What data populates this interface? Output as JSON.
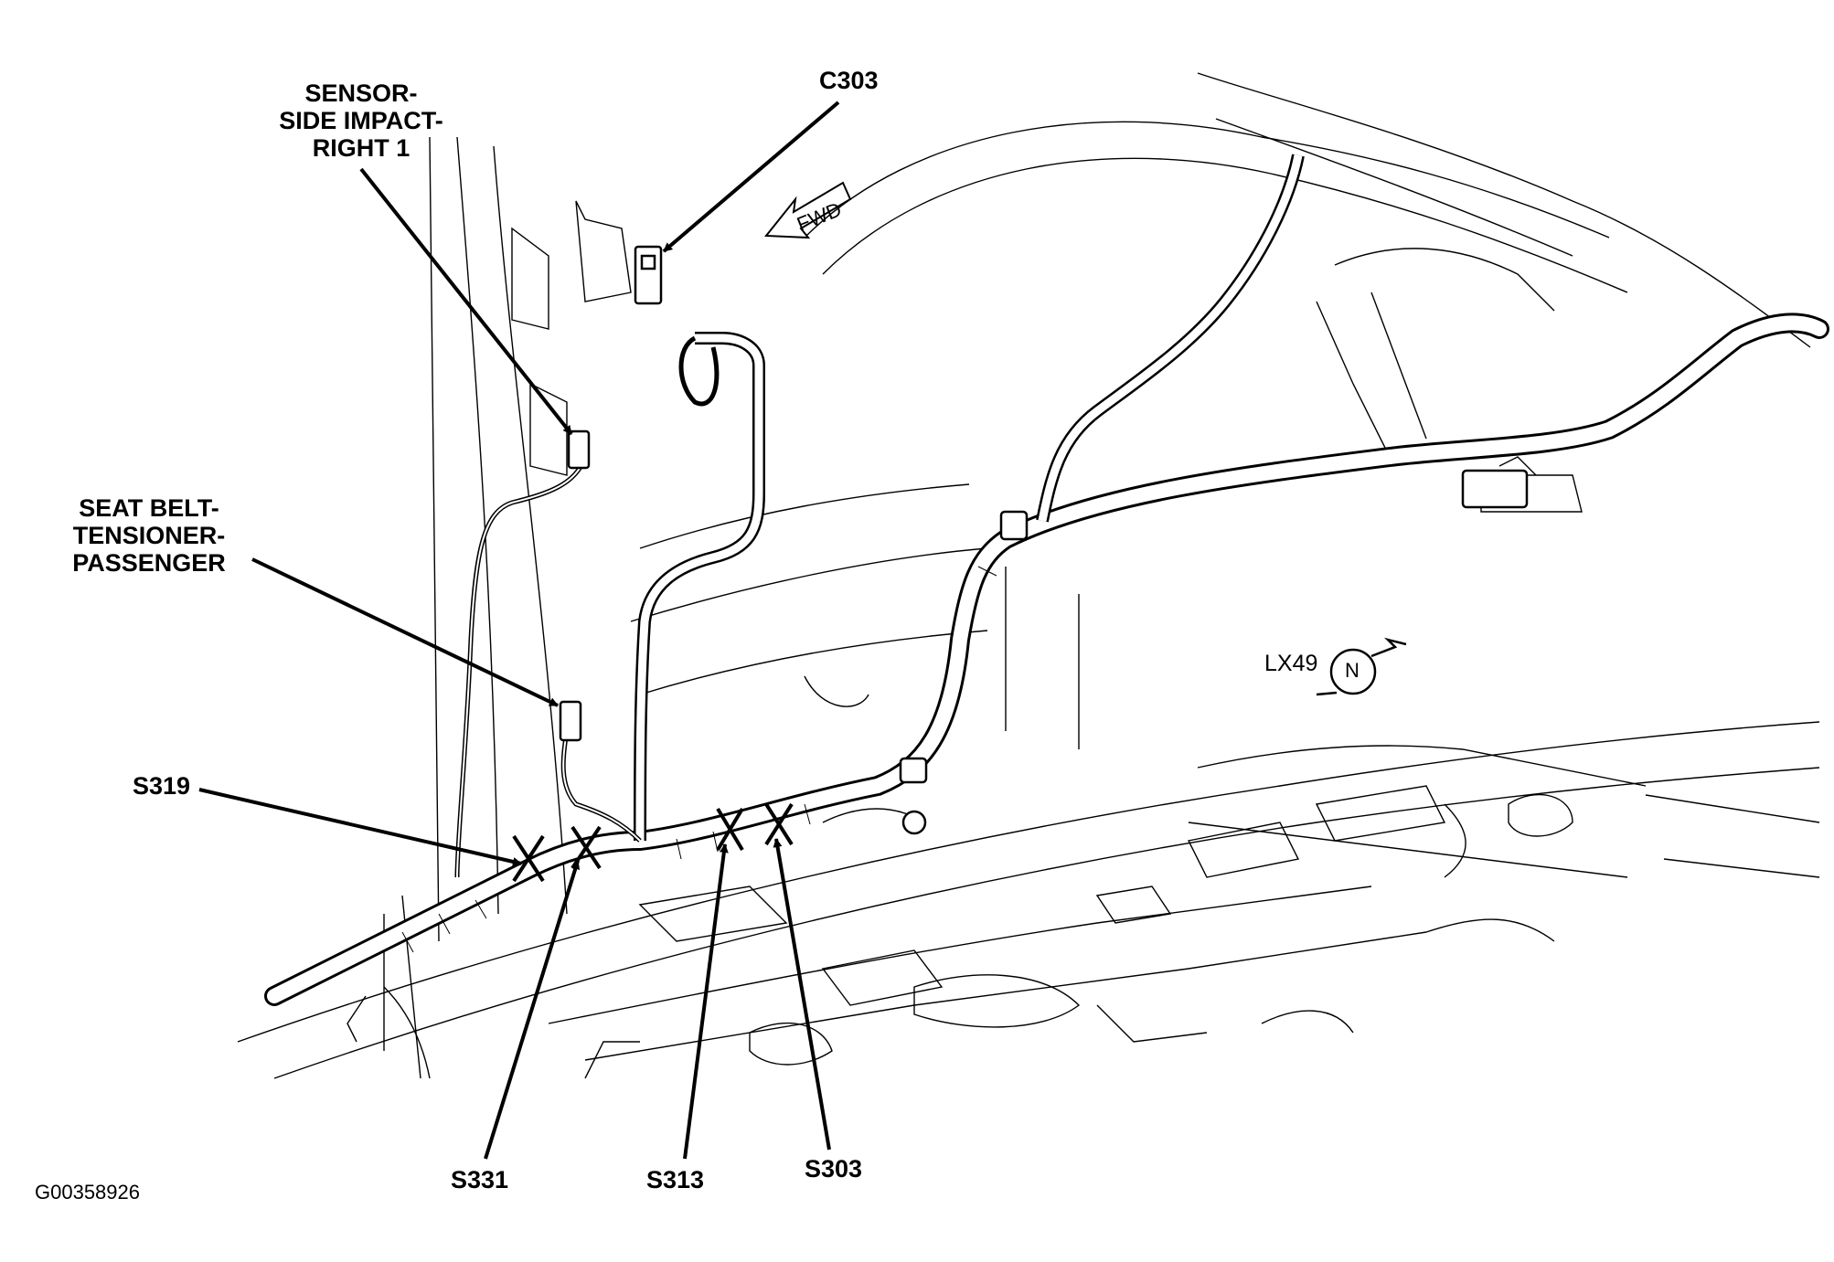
{
  "labels": {
    "sensor_side_impact_line1": "SENSOR-",
    "sensor_side_impact_line2": "SIDE IMPACT-",
    "sensor_side_impact_line3": "RIGHT 1",
    "c303": "C303",
    "seat_belt_line1": "SEAT BELT-",
    "seat_belt_line2": "TENSIONER-",
    "seat_belt_line3": "PASSENGER",
    "s319": "S319",
    "s331": "S331",
    "s313": "S313",
    "s303": "S303",
    "lx49": "LX49",
    "compass_n": "N",
    "fwd": "FWD",
    "figure_id": "G00358926"
  },
  "colors": {
    "line": "#000000",
    "background": "#ffffff"
  }
}
